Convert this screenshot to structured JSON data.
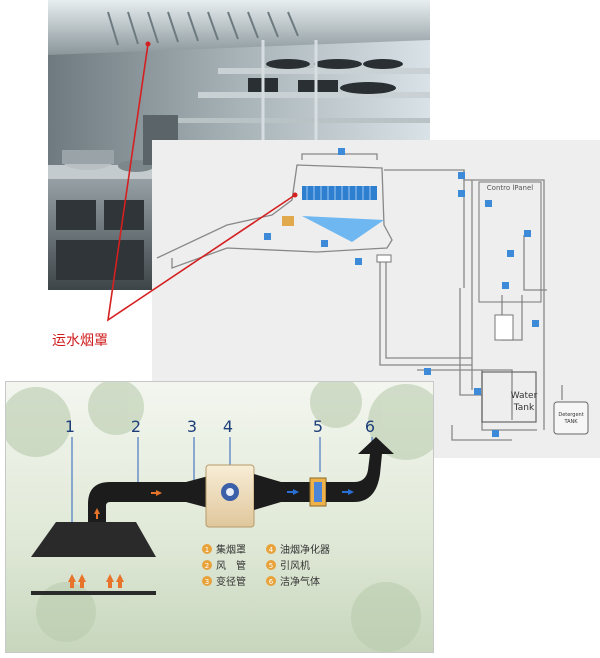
{
  "caption": "运水烟罩",
  "schematic": {
    "control_panel_label": "Contro lPanel",
    "water_tank_label_1": "Water",
    "water_tank_label_2": "Tank",
    "detergent_label_1": "Detergent",
    "detergent_label_2": "TANK"
  },
  "system_diagram": {
    "numbers": [
      "1",
      "2",
      "3",
      "4",
      "5",
      "6"
    ],
    "legend": [
      {
        "num": "1",
        "text": "集烟罩"
      },
      {
        "num": "2",
        "text": "风　管"
      },
      {
        "num": "3",
        "text": "变径管"
      },
      {
        "num": "4",
        "text": "油烟净化器"
      },
      {
        "num": "5",
        "text": "引风机"
      },
      {
        "num": "6",
        "text": "洁净气体"
      }
    ],
    "colors": {
      "legend_circle": "#e8a23a",
      "arrow_orange": "#e8732a",
      "arrow_blue": "#2a6fd6",
      "duct": "#1c1c1c"
    }
  }
}
